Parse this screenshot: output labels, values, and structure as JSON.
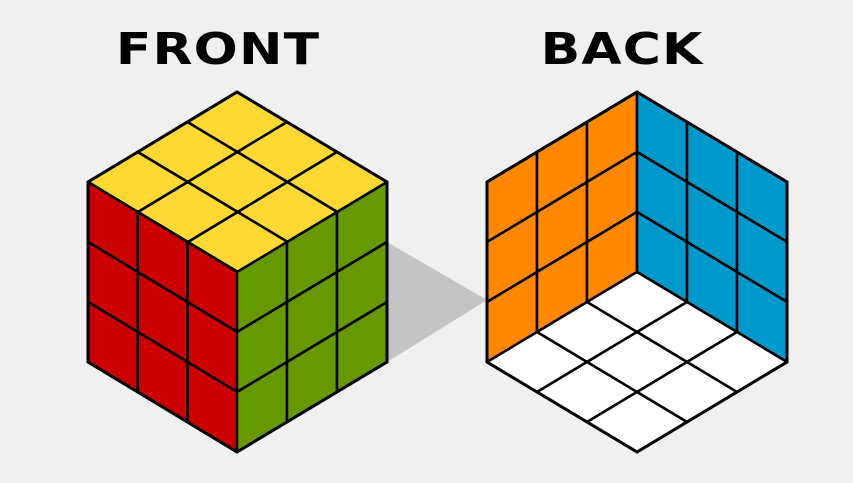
{
  "labels": {
    "front": "FRONT",
    "back": "BACK"
  },
  "colors": {
    "top": "#ffd933",
    "left": "#cc0000",
    "right": "#669900",
    "back_left": "#ff8800",
    "back_right": "#0099cc",
    "bottom": "#ffffff",
    "shadow": "#c4c4c4",
    "stroke": "#000000",
    "background": "#f0f0f0"
  },
  "cube": {
    "grid_size": 3,
    "front_faces": [
      "top",
      "left",
      "right"
    ],
    "back_faces": [
      "back_left",
      "back_right",
      "bottom"
    ]
  }
}
